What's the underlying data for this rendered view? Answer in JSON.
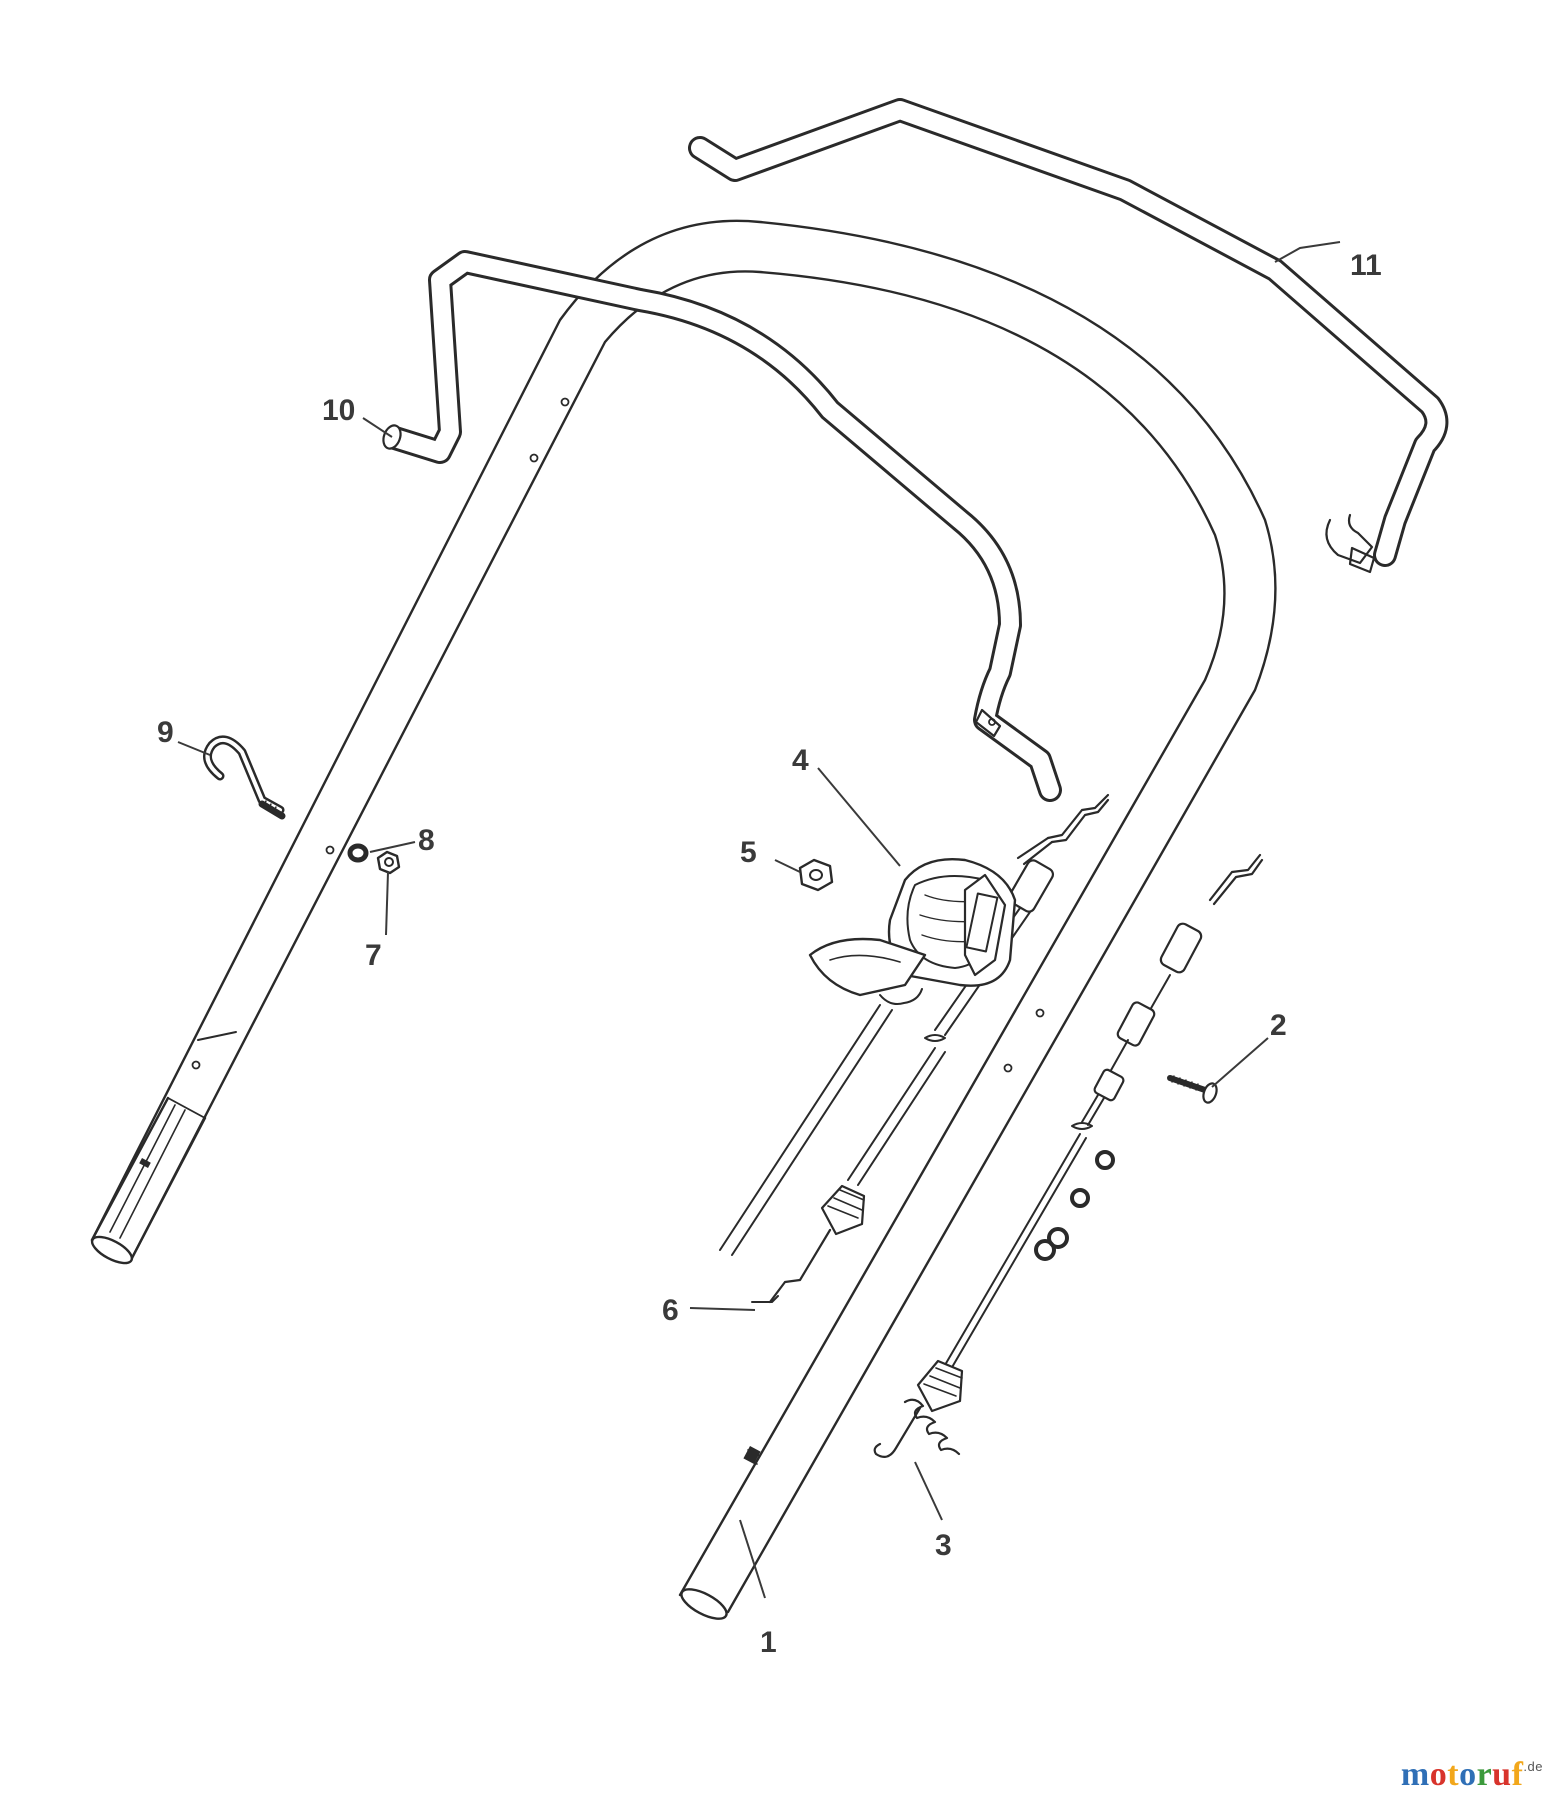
{
  "diagram": {
    "callouts": [
      {
        "id": "label-1",
        "text": "1"
      },
      {
        "id": "label-2",
        "text": "2"
      },
      {
        "id": "label-3",
        "text": "3"
      },
      {
        "id": "label-4",
        "text": "4"
      },
      {
        "id": "label-5",
        "text": "5"
      },
      {
        "id": "label-6",
        "text": "6"
      },
      {
        "id": "label-7",
        "text": "7"
      },
      {
        "id": "label-8",
        "text": "8"
      },
      {
        "id": "label-9",
        "text": "9"
      },
      {
        "id": "label-10",
        "text": "10"
      },
      {
        "id": "label-11",
        "text": "11"
      }
    ]
  },
  "watermark": {
    "letters": [
      "m",
      "o",
      "t",
      "o",
      "r",
      "u",
      "f"
    ],
    "letter_colors": [
      "#2f6fb6",
      "#d8342c",
      "#f2a71b",
      "#2f6fb6",
      "#3c9a3c",
      "#d8342c",
      "#f2a71b"
    ],
    "suffix": ".de"
  },
  "colors": {
    "line": "#2a2a2a",
    "label": "#3a3a3a",
    "background": "#ffffff"
  }
}
